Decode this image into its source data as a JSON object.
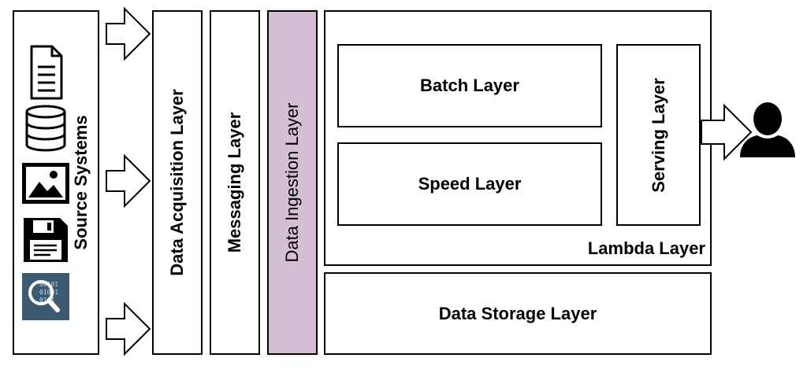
{
  "diagram": {
    "source_systems": {
      "label": "Source Systems",
      "icons": [
        "document-icon",
        "database-icon",
        "image-icon",
        "floppy-disk-icon",
        "binary-search-icon"
      ],
      "binary_digits": [
        "00101",
        "01001",
        "0101"
      ]
    },
    "data_acquisition": {
      "label": "Data Acquisition Layer"
    },
    "messaging": {
      "label": "Messaging Layer"
    },
    "data_ingestion": {
      "label": "Data Ingestion Layer",
      "fill": "#d5bfd5"
    },
    "lambda": {
      "label": "Lambda Layer",
      "batch": {
        "label": "Batch Layer"
      },
      "speed": {
        "label": "Speed Layer"
      },
      "serving": {
        "label": "Serving Layer"
      }
    },
    "storage": {
      "label": "Data Storage Layer"
    },
    "user": {
      "icon": "user-icon"
    },
    "colors": {
      "stroke": "#000000",
      "ingestion_fill": "#d5bfd5",
      "search_icon_bg": "#3d5a73"
    }
  }
}
